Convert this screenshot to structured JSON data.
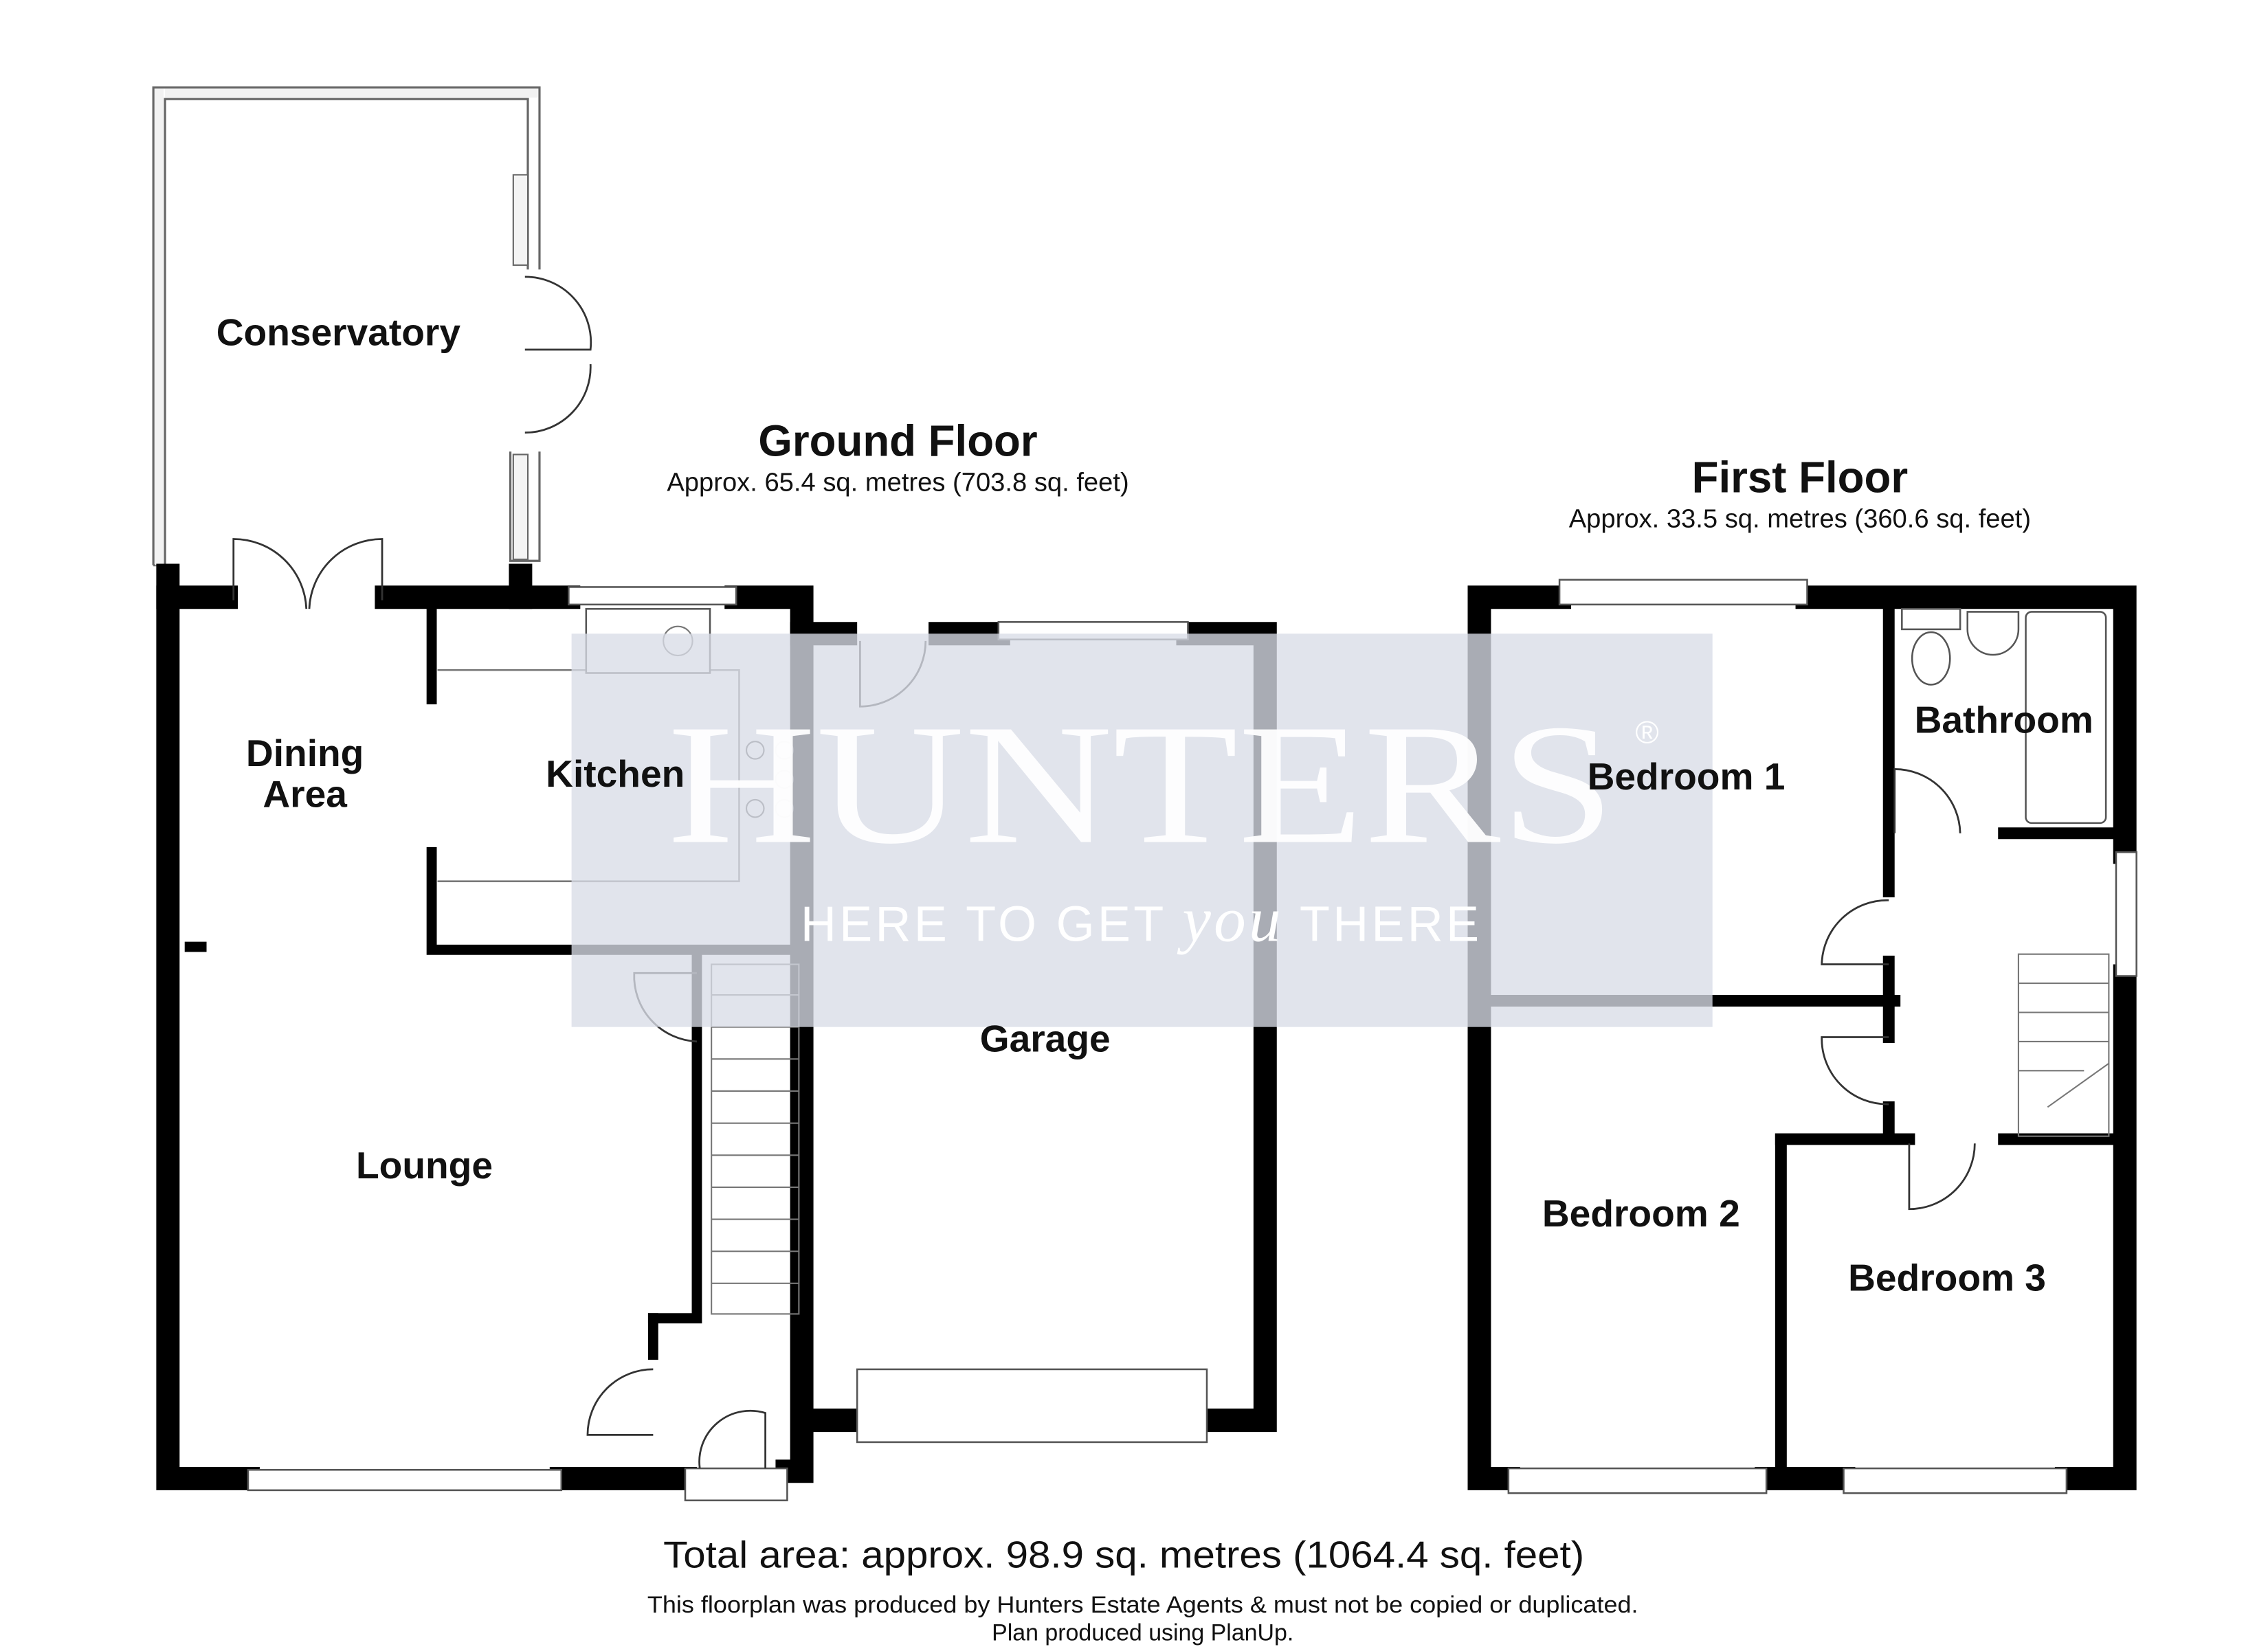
{
  "ground_floor": {
    "title": "Ground Floor",
    "area": "Approx. 65.4 sq. metres (703.8 sq. feet)",
    "rooms": [
      "Conservatory",
      "Dining",
      "Area",
      "Kitchen",
      "Lounge",
      "Garage"
    ]
  },
  "first_floor": {
    "title": "First Floor",
    "area": "Approx. 33.5 sq. metres (360.6 sq. feet)",
    "rooms": [
      "Bedroom 1",
      "Bathroom",
      "Bedroom 2",
      "Bedroom 3"
    ]
  },
  "watermark": {
    "brand": "HUNTERS",
    "registered": "®",
    "tagline_a": "HERE TO GET ",
    "tagline_b": "you",
    "tagline_c": " THERE",
    "background": "#d9dde7"
  },
  "footer": {
    "total": "Total area: approx. 98.9 sq. metres (1064.4 sq. feet)",
    "disclaimer": "This floorplan was produced by Hunters Estate Agents & must not be copied or duplicated.",
    "credit": "Plan produced using PlanUp."
  }
}
